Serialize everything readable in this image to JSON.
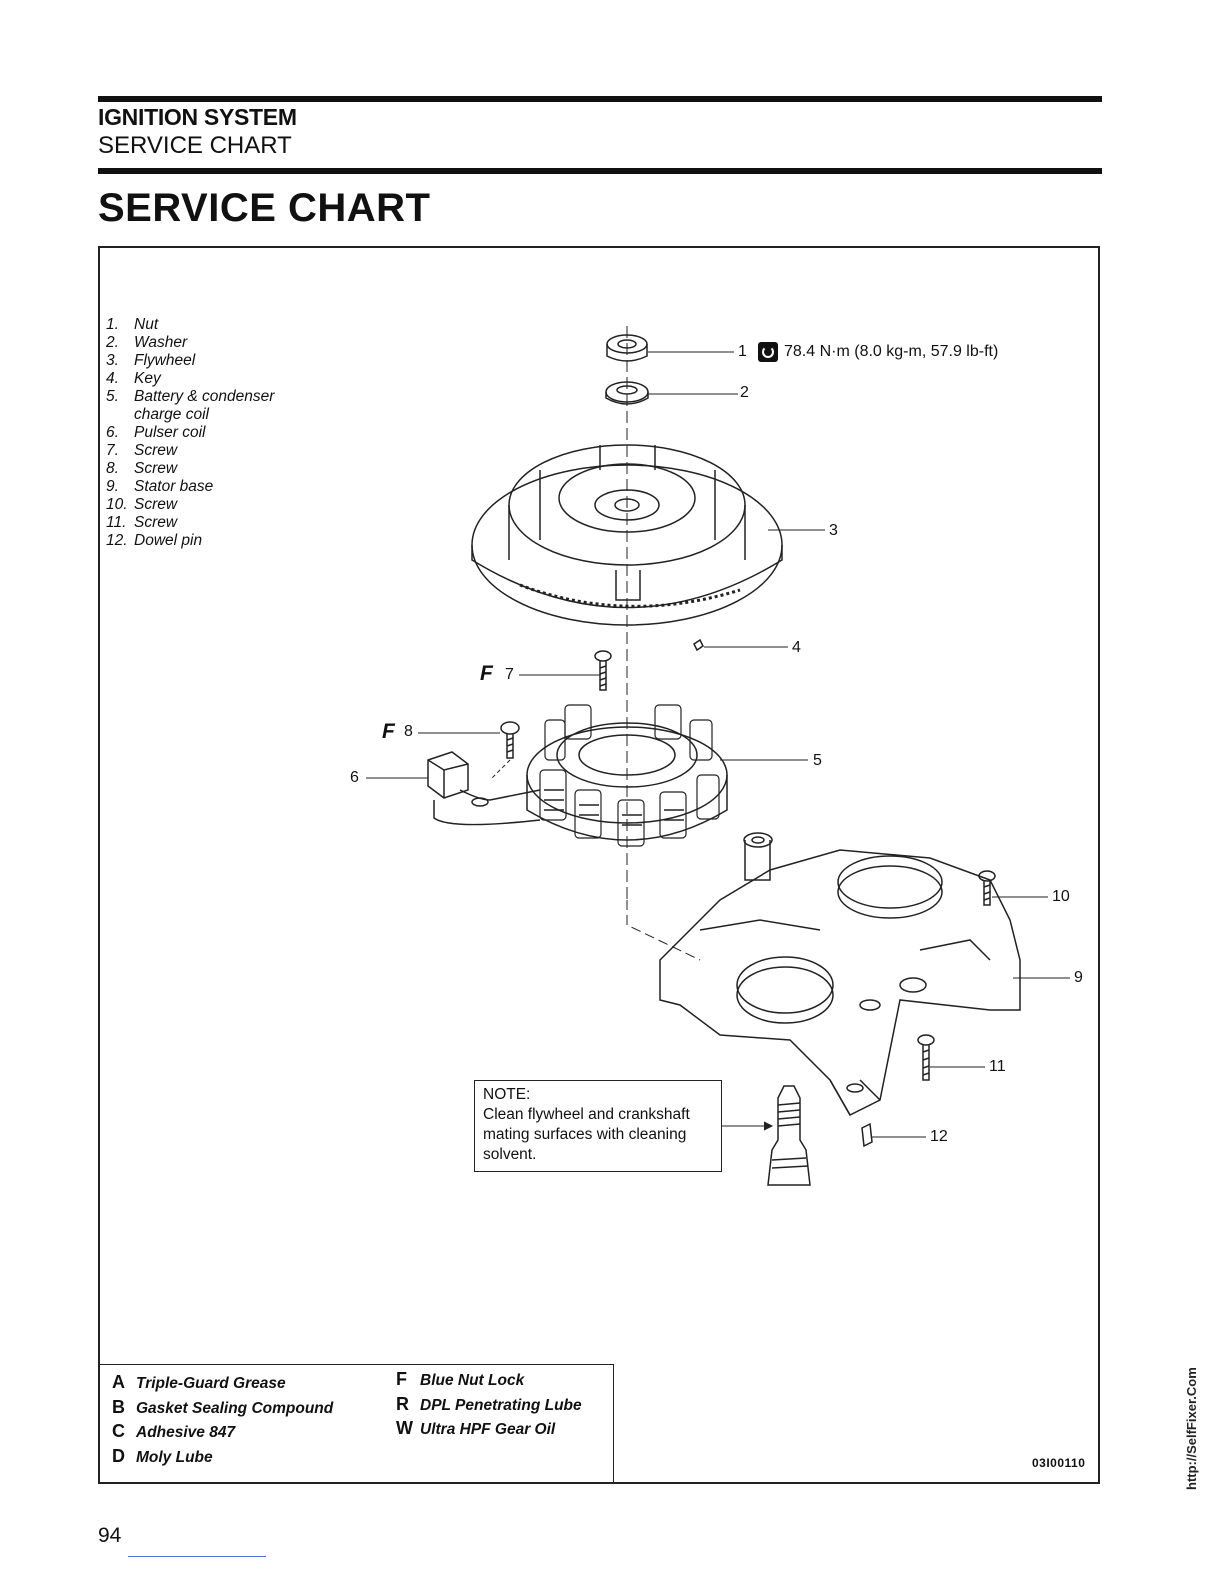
{
  "header": {
    "section": "IGNITION SYSTEM",
    "subsection": "SERVICE CHART"
  },
  "page_title": "SERVICE CHART",
  "parts": [
    {
      "num": "1.",
      "name": "Nut"
    },
    {
      "num": "2.",
      "name": "Washer"
    },
    {
      "num": "3.",
      "name": "Flywheel"
    },
    {
      "num": "4.",
      "name": "Key"
    },
    {
      "num": "5.",
      "name": "Battery & condenser charge coil"
    },
    {
      "num": "6.",
      "name": "Pulser coil"
    },
    {
      "num": "7.",
      "name": "Screw"
    },
    {
      "num": "8.",
      "name": "Screw"
    },
    {
      "num": "9.",
      "name": "Stator base"
    },
    {
      "num": "10.",
      "name": "Screw"
    },
    {
      "num": "11.",
      "name": "Screw"
    },
    {
      "num": "12.",
      "name": "Dowel pin"
    }
  ],
  "callouts": {
    "c1": "1",
    "c2": "2",
    "c3": "3",
    "c4": "4",
    "c5": "5",
    "c6": "6",
    "c7": "7",
    "c8": "8",
    "c9": "9",
    "c10": "10",
    "c11": "11",
    "c12": "12"
  },
  "torque_spec": "78.4 N·m (8.0 kg-m, 57.9 lb-ft)",
  "lube_marks": {
    "f7": "F",
    "f8": "F"
  },
  "note": {
    "title": "NOTE:",
    "text": "Clean flywheel and crankshaft mating surfaces with cleaning solvent."
  },
  "legend": {
    "left": [
      {
        "key": "A",
        "label": "Triple-Guard Grease"
      },
      {
        "key": "B",
        "label": "Gasket Sealing Compound"
      },
      {
        "key": "C",
        "label": "Adhesive 847"
      },
      {
        "key": "D",
        "label": "Moly Lube"
      }
    ],
    "right": [
      {
        "key": "F",
        "label": "Blue Nut Lock"
      },
      {
        "key": "R",
        "label": "DPL Penetrating Lube"
      },
      {
        "key": "W",
        "label": "Ultra HPF Gear Oil"
      }
    ]
  },
  "figure_id": "03I00110",
  "page_number": "94",
  "watermark_url": "http://SelfFixer.Com"
}
